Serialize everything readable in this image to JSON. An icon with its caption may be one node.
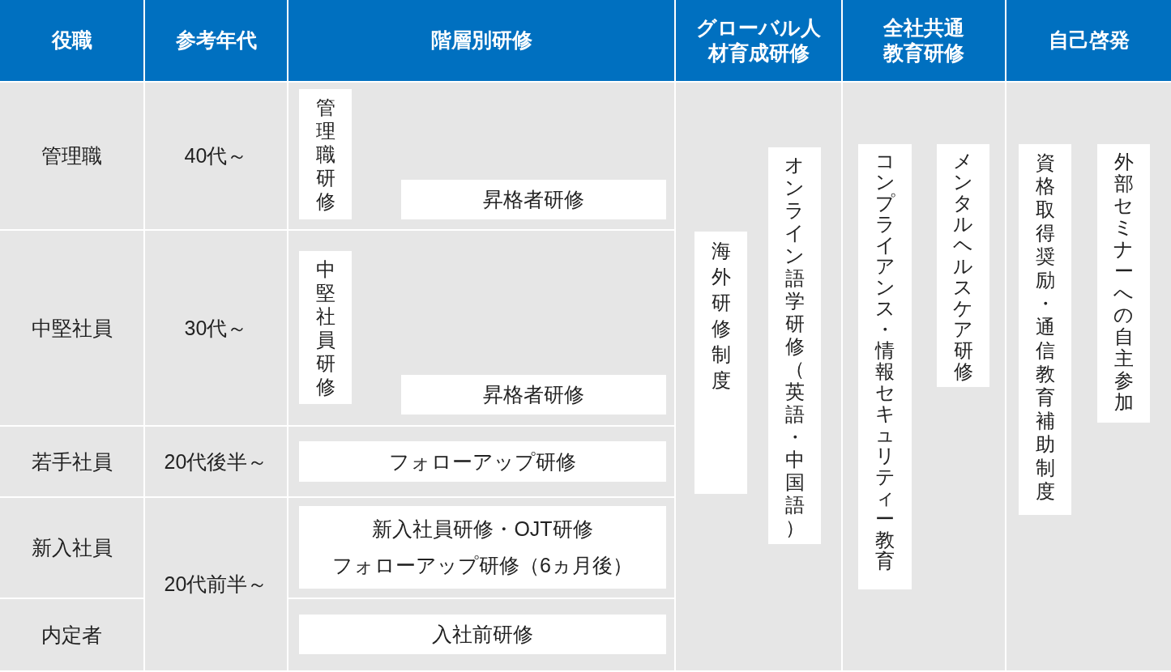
{
  "diagram": {
    "nodes": [
      {
        "text": [
          "管理職研修"
        ]
      },
      {
        "text": [
          "昇格者研修"
        ]
      },
      {
        "text": [
          "中堅社員研修"
        ]
      },
      {
        "text": [
          "昇格者研修"
        ]
      },
      {
        "text": [
          "フォローアップ研修"
        ]
      },
      {
        "text": [
          "新入社員研修・OJT研修",
          "フォローアップ研修（6ヵ月後）"
        ]
      },
      {
        "text": [
          "入社前研修"
        ]
      },
      {
        "text": [
          "海外研修制度"
        ]
      },
      {
        "text": [
          "オンライン語学研修（英語・中国語）"
        ]
      },
      {
        "text": [
          "コンプライアンス・情報セキュリティー教育"
        ]
      },
      {
        "text": [
          "メンタルヘルスケア研修"
        ]
      },
      {
        "text": [
          "資格取得奨励・通信教育補助制度"
        ]
      },
      {
        "text": [
          "外部セミナーへの自主参加"
        ]
      }
    ],
    "edges": [],
    "labels": [
      "役職",
      "参考年代",
      "階層別研修",
      "グローバル人材育成研修",
      "全社共通教育研修",
      "自己啓発",
      "管理職",
      "40代～",
      "中堅社員",
      "30代～",
      "若手社員",
      "20代後半～",
      "新入社員",
      "20代前半～",
      "内定者"
    ]
  }
}
